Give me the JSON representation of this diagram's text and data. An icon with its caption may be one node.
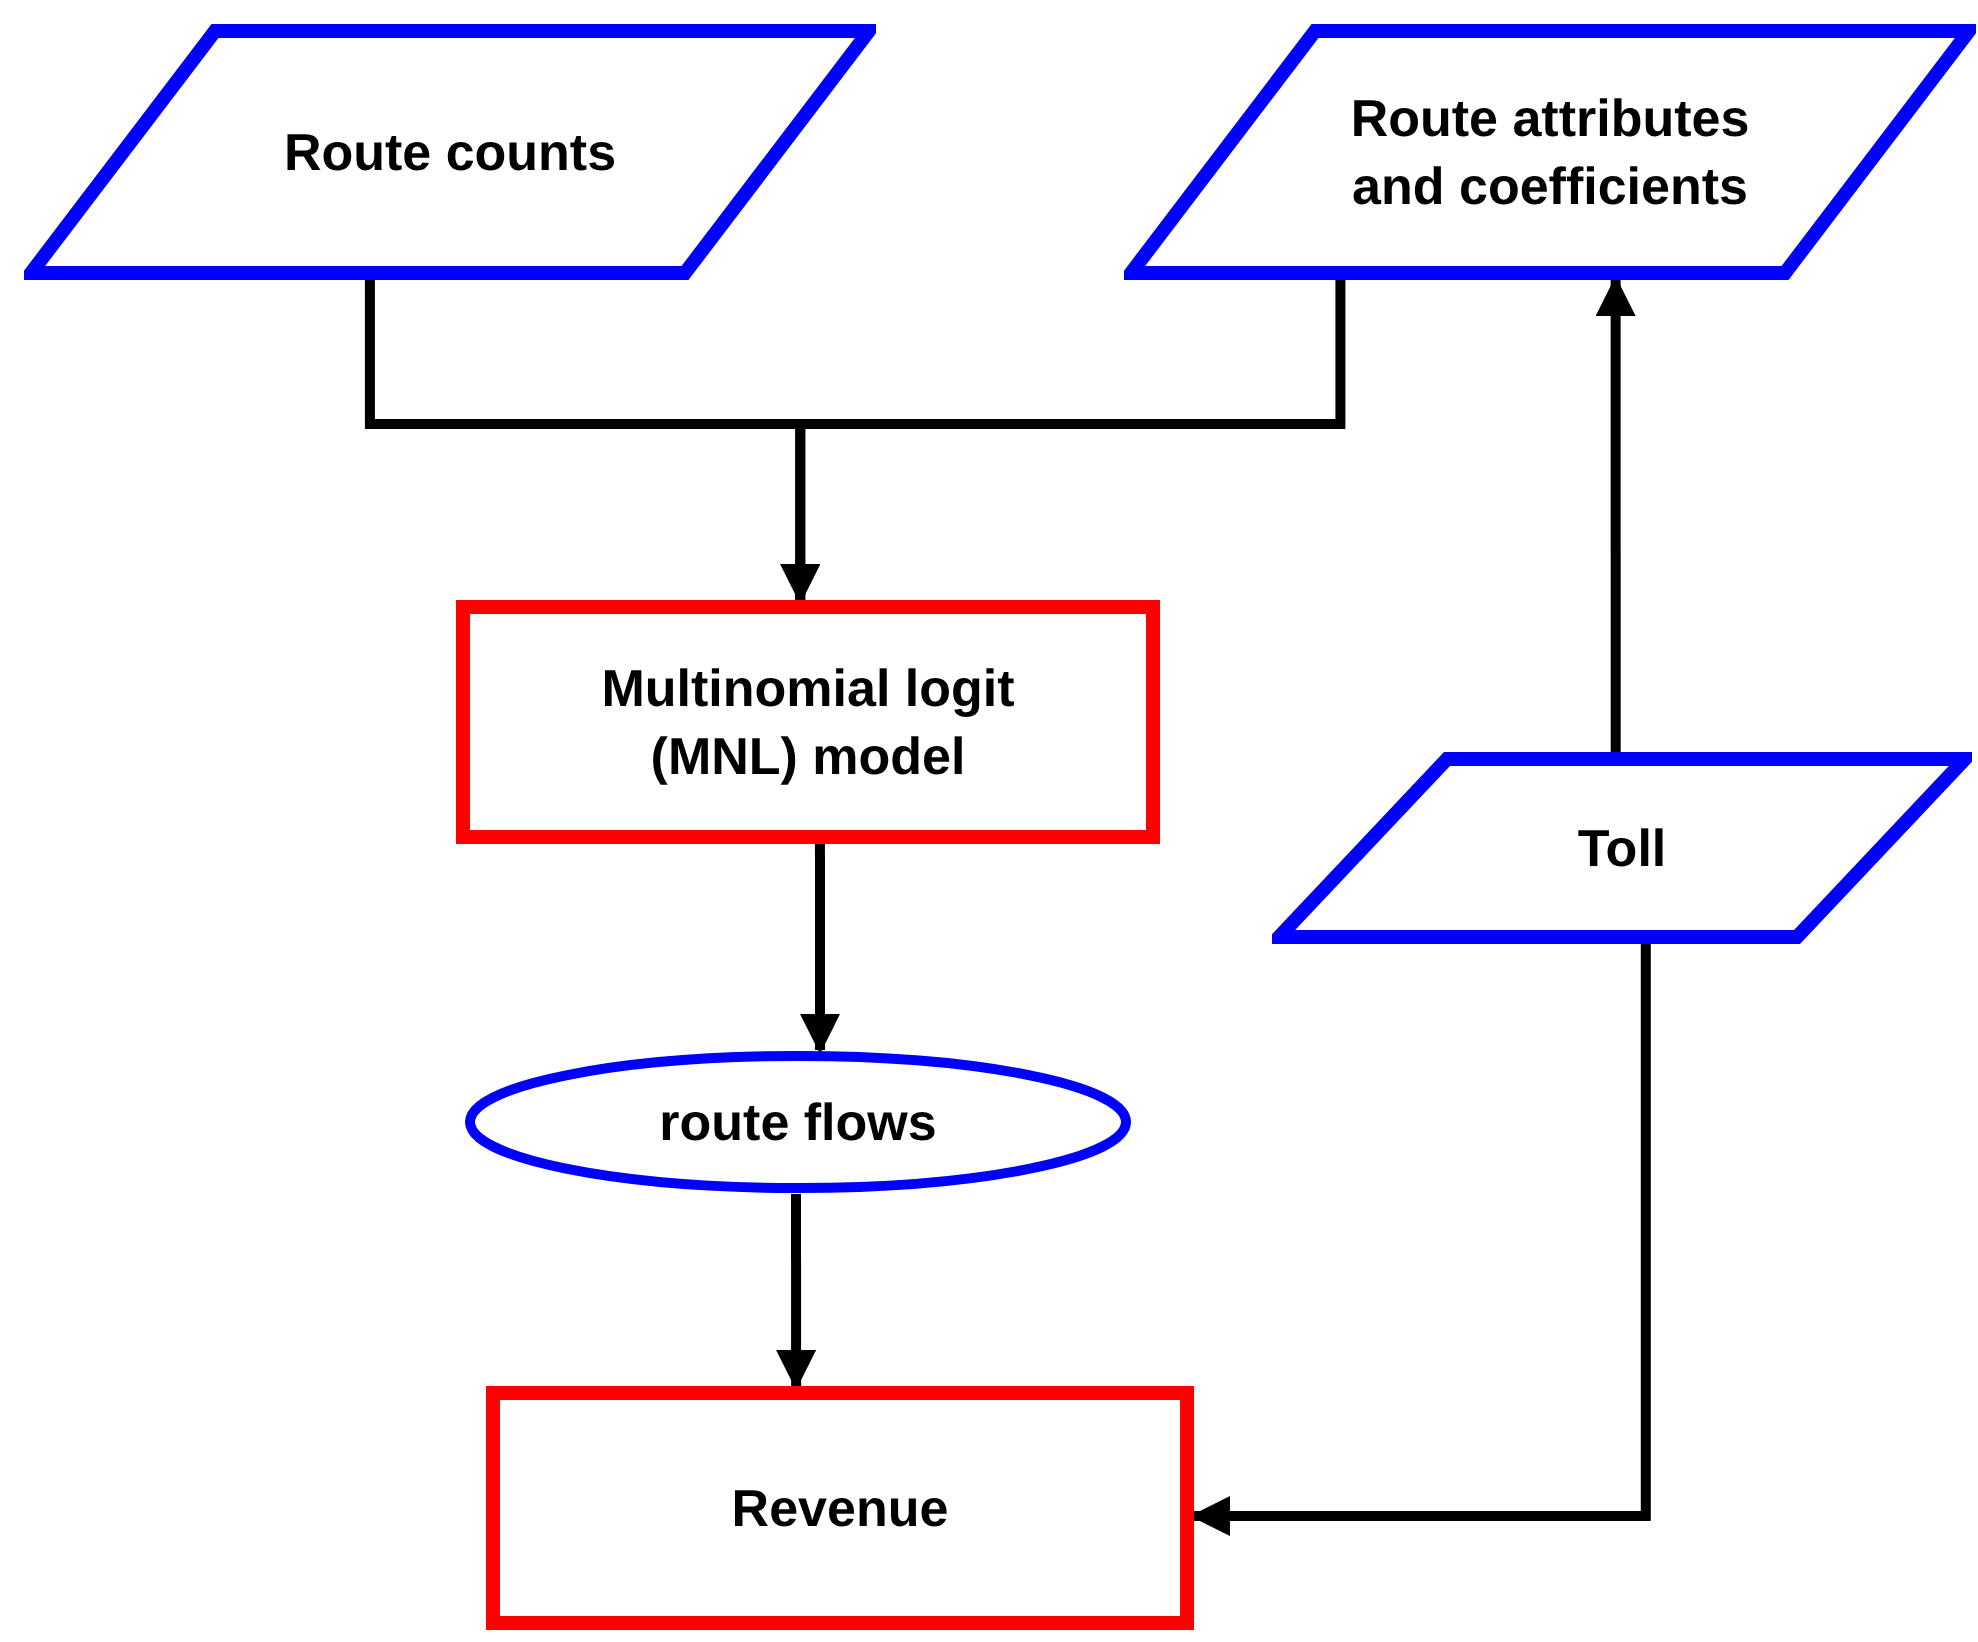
{
  "diagram": {
    "nodes": [
      {
        "text": [
          "Route counts"
        ]
      },
      {
        "text": [
          "Route attributes and coefficients"
        ]
      },
      {
        "text": [
          "Multinomial logit (MNL) model"
        ]
      },
      {
        "text": [
          "Toll"
        ]
      },
      {
        "text": [
          "route flows"
        ]
      },
      {
        "text": [
          "Revenue"
        ]
      }
    ],
    "edges": [
      {
        "from": 0,
        "to": 2,
        "arrow": "to"
      },
      {
        "from": 1,
        "to": 2,
        "arrow": "to"
      },
      {
        "from": 3,
        "to": 1,
        "arrow": "to"
      },
      {
        "from": 2,
        "to": 4,
        "arrow": "to"
      },
      {
        "from": 4,
        "to": 5,
        "arrow": "to"
      },
      {
        "from": 3,
        "to": 5,
        "arrow": "to"
      }
    ]
  }
}
